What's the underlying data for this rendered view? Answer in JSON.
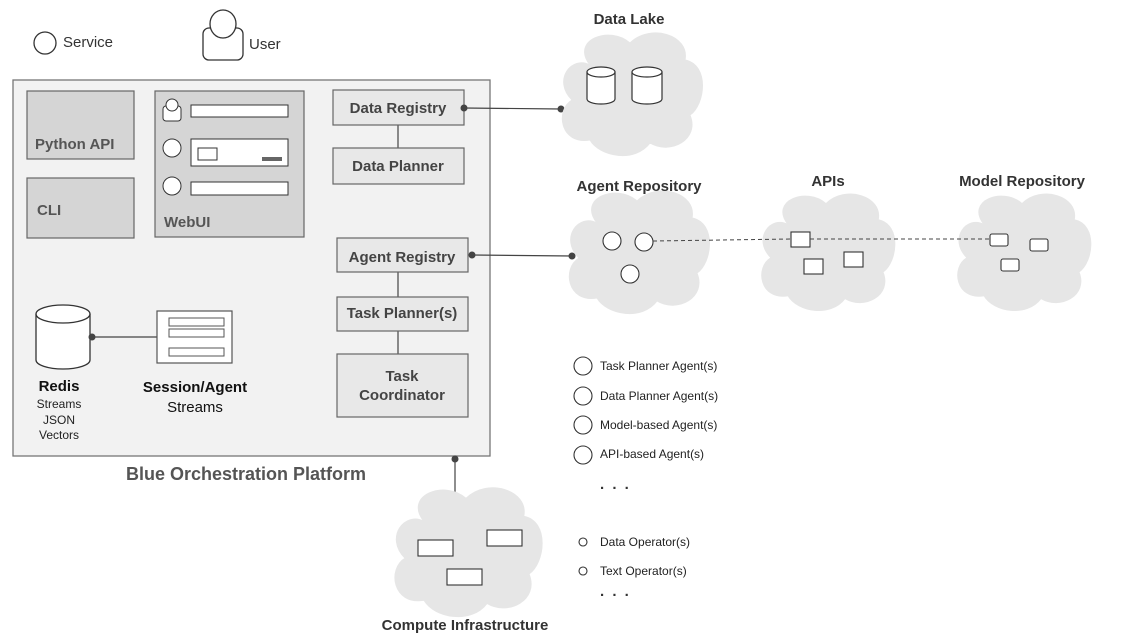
{
  "legend": {
    "service_label": "Service",
    "user_label": "User"
  },
  "platform": {
    "title": "Blue Orchestration Platform",
    "python_api": "Python API",
    "cli": "CLI",
    "webui": "WebUI",
    "data_registry": "Data Registry",
    "data_planner": "Data Planner",
    "agent_registry": "Agent Registry",
    "task_planner": "Task Planner(s)",
    "task_coordinator_line1": "Task",
    "task_coordinator_line2": "Coordinator",
    "redis": {
      "title": "Redis",
      "lines": [
        "Streams",
        "JSON",
        "Vectors"
      ]
    },
    "session_line1": "Session/Agent",
    "session_line2": "Streams"
  },
  "clouds": {
    "data_lake": "Data Lake",
    "agent_repository": "Agent Repository",
    "apis": "APIs",
    "model_repository": "Model Repository",
    "compute": "Compute Infrastructure"
  },
  "agents": [
    "Task Planner Agent(s)",
    "Data Planner Agent(s)",
    "Model-based Agent(s)",
    "API-based Agent(s)"
  ],
  "operators": [
    "Data Operator(s)",
    "Text Operator(s)"
  ],
  "ellipsis": ". . ."
}
